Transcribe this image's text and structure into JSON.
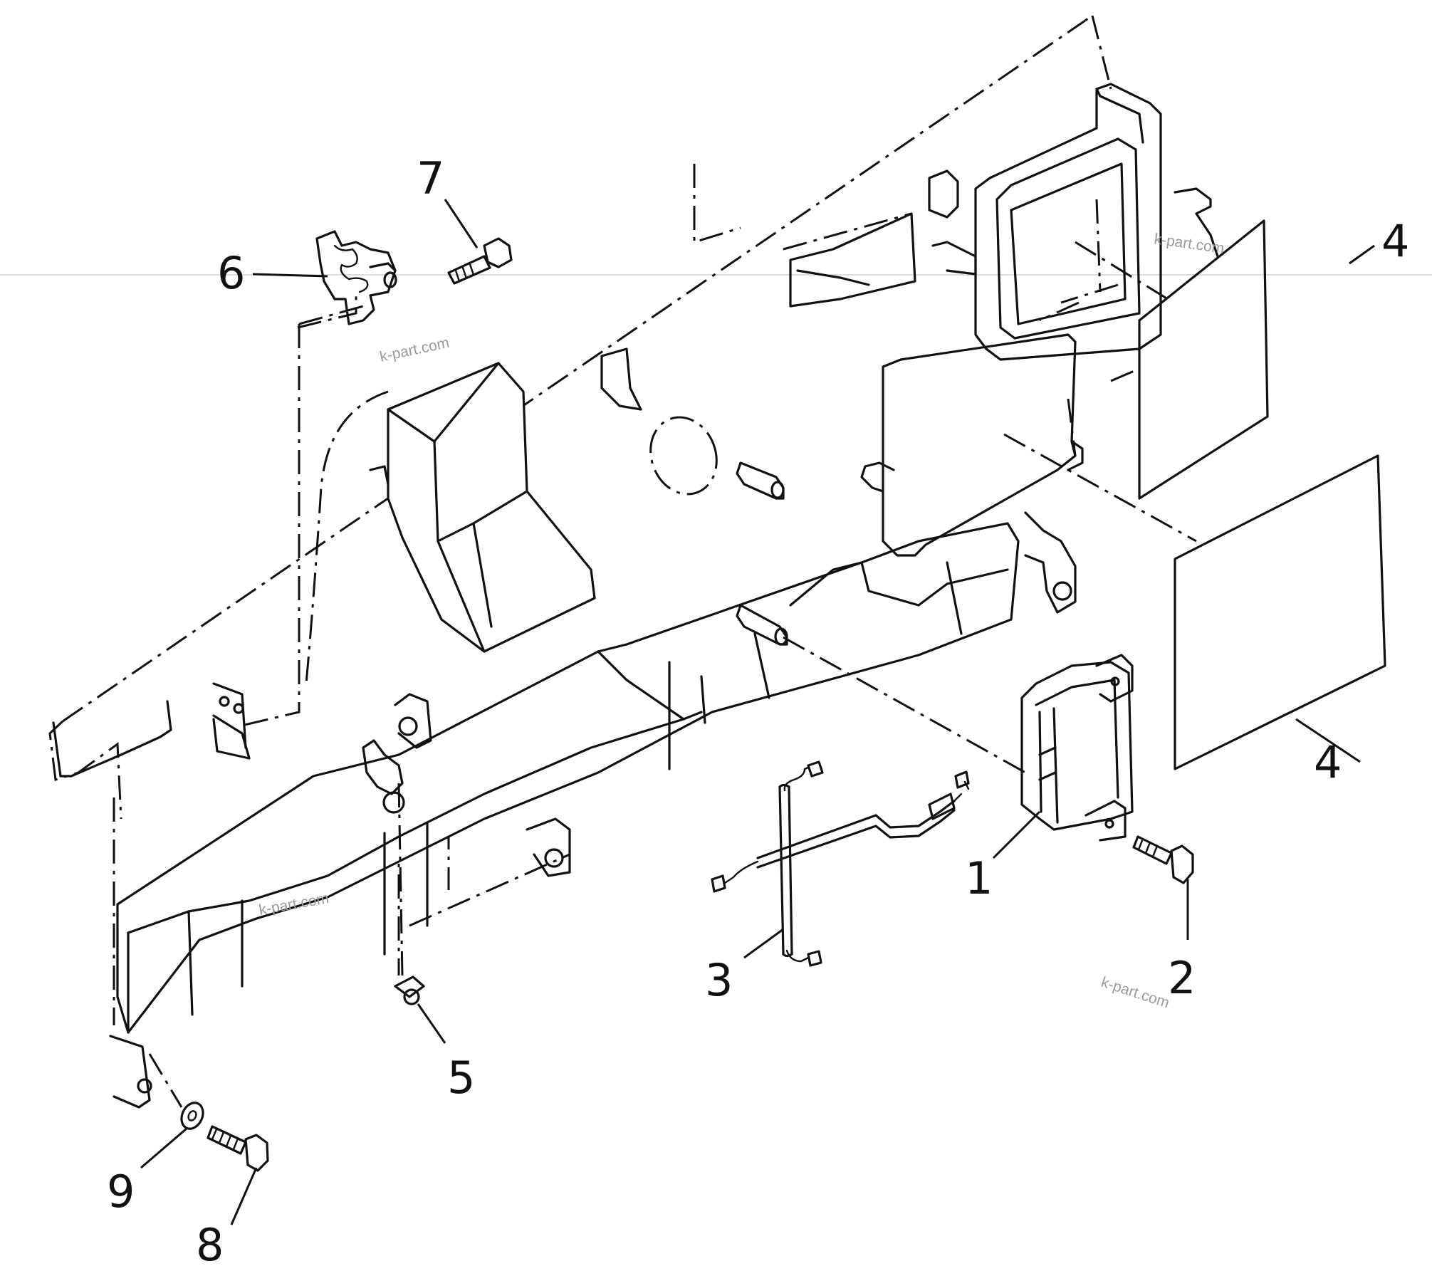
{
  "callouts": [
    {
      "id": "1",
      "label": "1"
    },
    {
      "id": "2",
      "label": "2"
    },
    {
      "id": "3",
      "label": "3"
    },
    {
      "id": "4a",
      "label": "4"
    },
    {
      "id": "4b",
      "label": "4"
    },
    {
      "id": "5",
      "label": "5"
    },
    {
      "id": "6",
      "label": "6"
    },
    {
      "id": "7",
      "label": "7"
    },
    {
      "id": "8",
      "label": "8"
    },
    {
      "id": "9",
      "label": "9"
    }
  ],
  "watermarks": [
    "k-part.com",
    "k-part.com",
    "k-part.com",
    "k-part.com"
  ],
  "colors": {
    "line": "#111111",
    "background": "#ffffff",
    "watermark": "#9a9a9a"
  }
}
